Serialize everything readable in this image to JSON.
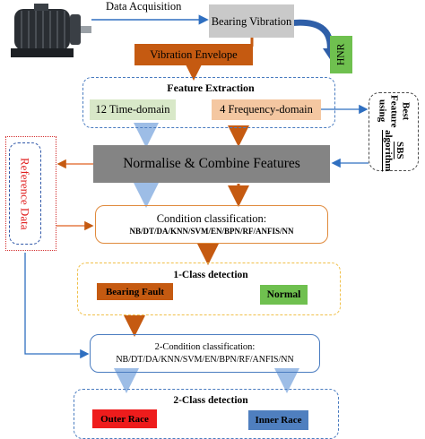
{
  "labels": {
    "data_acquisition": "Data Acquisition"
  },
  "boxes": {
    "bearing_vibration": "Bearing Vibration",
    "hnr": "HNR",
    "vibration_envelope": "Vibration Envelope",
    "feature_extraction": "Feature Extraction",
    "time_domain": "12 Time-domain",
    "frequency_domain": "4 Frequency-domain",
    "best_feature_line1": "Best Feature using",
    "best_feature_line2": "SBS algorithm",
    "normalise": "Normalise & Combine Features",
    "reference_data": "Reference Data",
    "condition_classification": "Condition classification:",
    "classifiers_1": "NB/DT/DA/KNN/SVM/EN/BPN/RF/ANFIS/NN",
    "one_class_detection": "1-Class detection",
    "bearing_fault": "Bearing Fault",
    "normal": "Normal",
    "condition_classification_2": "2-Condition classification:",
    "classifiers_2": "NB/DT/DA/KNN/SVM/EN/BPN/RF/ANFIS/NN",
    "two_class_detection": "2-Class detection",
    "outer_race": "Outer Race",
    "inner_race": "Inner Race"
  },
  "icons": {
    "motor": "electric-motor-icon"
  },
  "colors": {
    "orange": "#c55a11",
    "green": "#6fc04f",
    "blue": "#4a7cc0",
    "gray": "#848484",
    "light_gray": "#c9c9c9",
    "red": "#ee1c1c",
    "light_blue_arrow": "#9dbde6"
  }
}
